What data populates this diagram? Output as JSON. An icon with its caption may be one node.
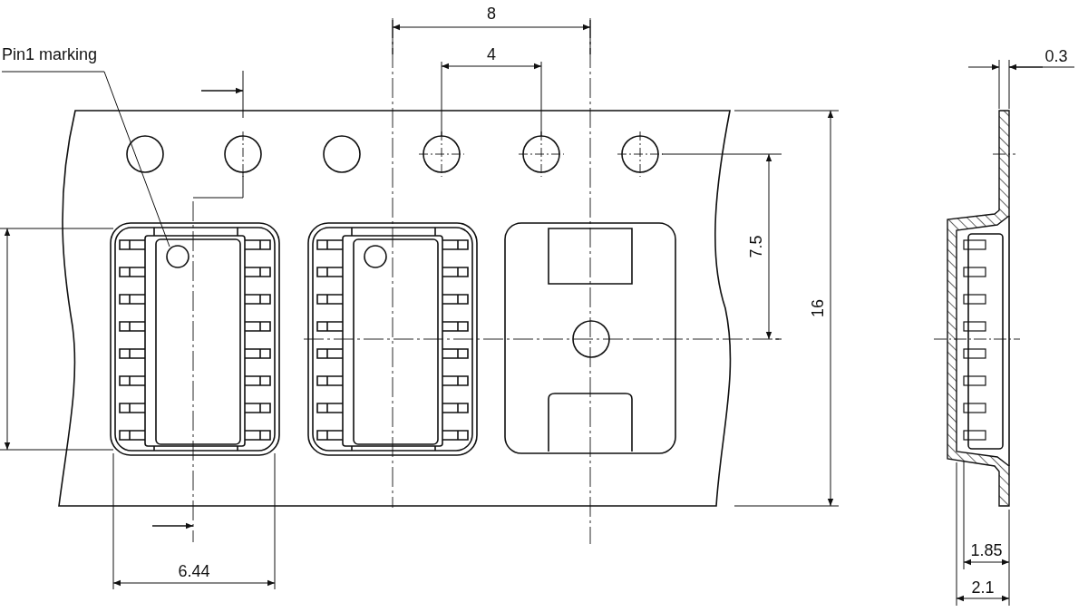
{
  "diagram": {
    "nodes": [
      {
        "text": [
          "Pin1 marking"
        ]
      },
      {
        "text": [],
        "shape": "circle"
      }
    ],
    "edges": [
      {
        "from": 0,
        "to": 1,
        "arrow": "none"
      }
    ],
    "labels": [
      "8",
      "4",
      "0.3",
      "7.5",
      "16",
      "6.44",
      "1.85",
      "2.1"
    ]
  }
}
